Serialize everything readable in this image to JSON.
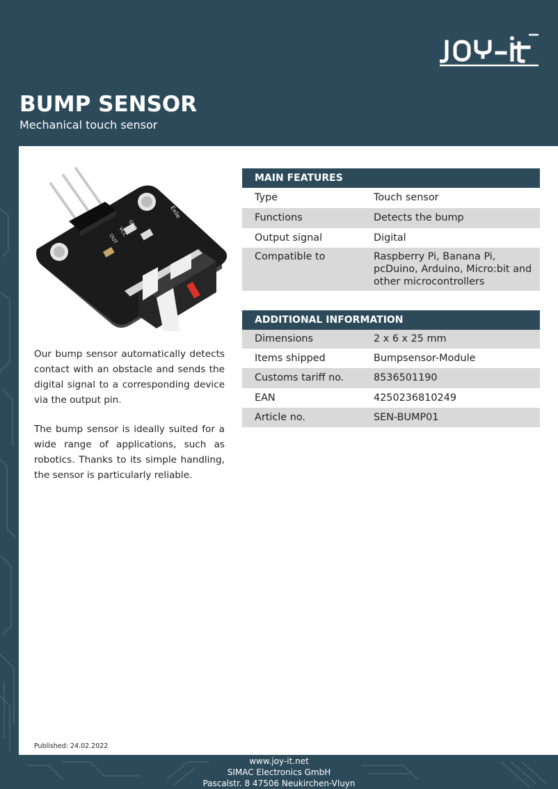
{
  "brand": {
    "logo_text": "JOY-IT"
  },
  "header": {
    "title": "BUMP SENSOR",
    "subtitle": "Mechanical touch sensor"
  },
  "product_image": {
    "pin_labels": [
      "OUT",
      "VCC",
      "GND"
    ],
    "board_text": "Exile"
  },
  "description": [
    "Our bump sensor automatically detects contact with an obstacle and sends the digital signal to a corresponding device via the output pin.",
    "The bump sensor is ideally suited for a wide range of applications, such as robotics. Thanks to its simple handling, the sensor is particularly reliable."
  ],
  "main_features": {
    "heading": "MAIN FEATURES",
    "rows": [
      {
        "key": "Type",
        "value": "Touch sensor"
      },
      {
        "key": "Functions",
        "value": "Detects the bump"
      },
      {
        "key": "Output signal",
        "value": "Digital"
      },
      {
        "key": "Compatible to",
        "value": "Raspberry Pi, Banana Pi, pcDuino, Arduino, Micro:bit and other microcontrollers"
      }
    ]
  },
  "additional_information": {
    "heading": "ADDITIONAL INFORMATION",
    "rows": [
      {
        "key": "Dimensions",
        "value": "2 x 6 x 25 mm"
      },
      {
        "key": "Items shipped",
        "value": "Bumpsensor-Module"
      },
      {
        "key": "Customs tariff no.",
        "value": "8536501190"
      },
      {
        "key": "EAN",
        "value": "4250236810249"
      },
      {
        "key": "Article no.",
        "value": "SEN-BUMP01"
      }
    ]
  },
  "published": "Published: 24.02.2022",
  "footer": {
    "website": "www.joy-it.net",
    "company": "SIMAC Electronics GmbH",
    "address": "Pascalstr. 8 47506 Neukirchen-Vluyn"
  },
  "colors": {
    "brand_blue": "#2c4a5a",
    "row_shade": "#d9d9d9",
    "circuit_line": "#3d5c6c"
  }
}
